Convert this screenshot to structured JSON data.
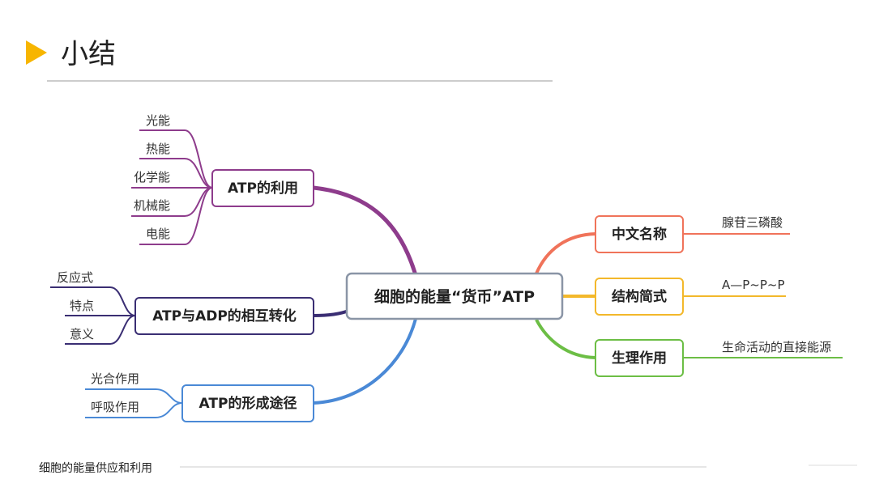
{
  "header": {
    "title": "小结"
  },
  "center": {
    "label": "细胞的能量“货币”ATP"
  },
  "branches": {
    "use": {
      "label": "ATP的利用",
      "leaves": [
        "光能",
        "热能",
        "化学能",
        "机械能",
        "电能"
      ]
    },
    "conv": {
      "label": "ATP与ADP的相互转化",
      "leaves": [
        "反应式",
        "特点",
        "意义"
      ]
    },
    "form": {
      "label": "ATP的形成途径",
      "leaves": [
        "光合作用",
        "呼吸作用"
      ]
    },
    "name": {
      "label": "中文名称",
      "leaf": "腺苷三磷酸"
    },
    "struct": {
      "label": "结构简式",
      "leaf": "A—P~P~P"
    },
    "func": {
      "label": "生理作用",
      "leaf": "生命活动的直接能源"
    }
  },
  "footer": {
    "text": "细胞的能量供应和利用"
  },
  "colors": {
    "accent": "#F7B500",
    "use": "#8E3C8C",
    "conv": "#3A2E73",
    "form": "#4A89D6",
    "name": "#F0735A",
    "struct": "#F3B82B",
    "func": "#6CBE45",
    "center_border": "#8A95A6"
  }
}
